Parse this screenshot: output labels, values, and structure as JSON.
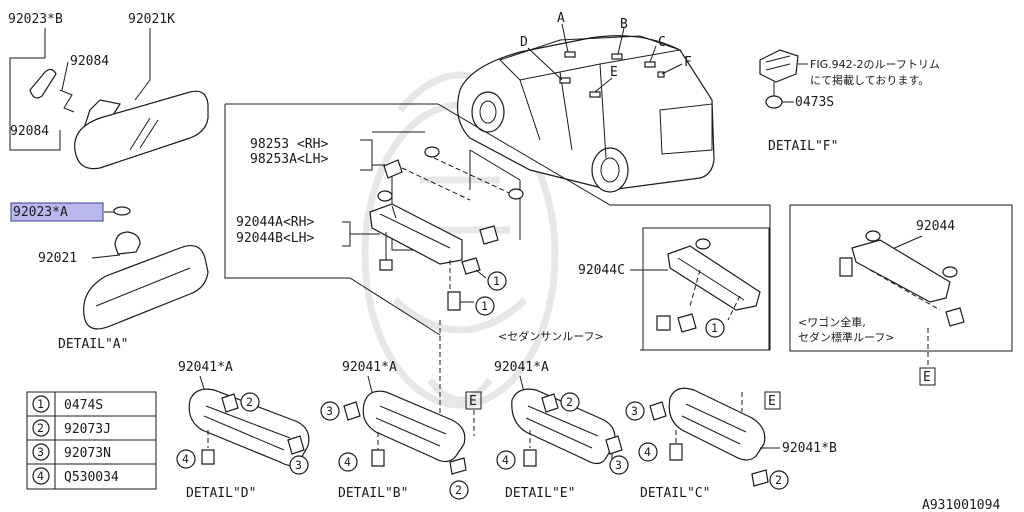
{
  "labels": {
    "p92023B": "92023*B",
    "p92021K": "92021K",
    "p92084a": "92084",
    "p92084b": "92084",
    "p92023A": "92023*A",
    "p92021": "92021",
    "detailA": "DETAIL\"A\"",
    "carA": "A",
    "carB": "B",
    "carC": "C",
    "carD": "D",
    "carE": "E",
    "carF": "F",
    "fig_note_1": "FIG.942-2のルーフトリム",
    "fig_note_2": "にて掲載しております。",
    "p0473S": "0473S",
    "detailF": "DETAIL\"F\"",
    "p98253": "98253 <RH>",
    "p98253A": "98253A<LH>",
    "p92044A": "92044A<RH>",
    "p92044B": "92044B<LH>",
    "p92044C": "92044C",
    "sedan_sunroof": "<セダンサンルーフ>",
    "p92044": "92044",
    "wagon_1": "<ワゴン全車,",
    "wagon_2": "セダン標準ルーフ>",
    "boxE_main": "E",
    "p92041A_1": "92041*A",
    "p92041A_2": "92041*A",
    "p92041A_3": "92041*A",
    "p92041B": "92041*B",
    "boxE_b": "E",
    "boxE_e": "E",
    "detailD": "DETAIL\"D\"",
    "detailB": "DETAIL\"B\"",
    "detailE": "DETAIL\"E\"",
    "detailC": "DETAIL\"C\"",
    "ref_code": "A931001094"
  },
  "callouts": [
    "1",
    "2",
    "3",
    "4"
  ],
  "legend": [
    {
      "num": "1",
      "part": "0474S"
    },
    {
      "num": "2",
      "part": "92073J"
    },
    {
      "num": "3",
      "part": "92073N"
    },
    {
      "num": "4",
      "part": "Q530034"
    }
  ],
  "colors": {
    "line": "#1a1a1a",
    "highlight": "#b9b9ee",
    "watermark": "#e7e7e7"
  }
}
